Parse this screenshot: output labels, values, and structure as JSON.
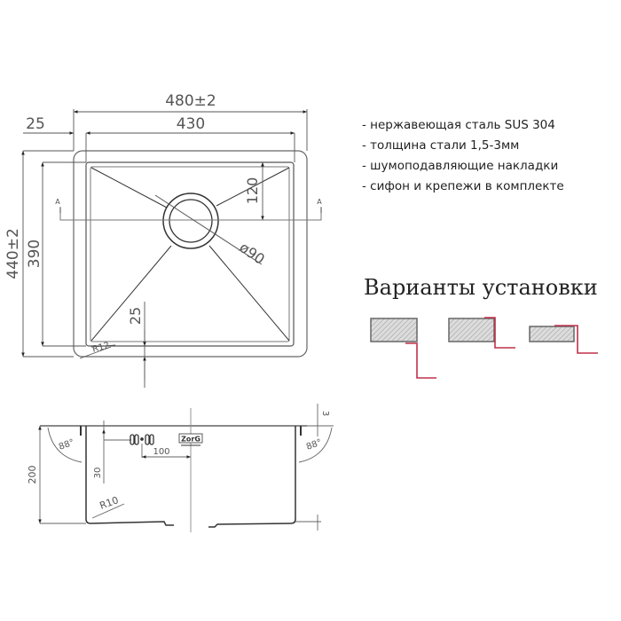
{
  "top_view": {
    "overall_width": "480±2",
    "bowl_width": "430",
    "rim_offset": "25",
    "overall_depth": "440±2",
    "bowl_depth": "390",
    "drain_offset": "120",
    "drain_diameter": "ø90",
    "bottom_offset": "25",
    "corner_radius": "R12",
    "section_marker": "A"
  },
  "side_view": {
    "height": "200",
    "angle_left": "88°",
    "angle_right": "88°",
    "overflow_offset": "30",
    "overflow_spacing": "100",
    "rim_thickness": "3",
    "bottom_radius": "R10",
    "brand_logo": "ZorG"
  },
  "specs": {
    "items": [
      "- нержавеющая сталь SUS 304",
      "- толщина стали 1,5-3мм",
      "- шумоподавляющие накладки",
      "- сифон и крепежи в комплекте"
    ]
  },
  "installation": {
    "title": "Варианты установки",
    "variants": [
      "under-mount",
      "flush-mount",
      "over-mount"
    ],
    "accent_color": "#c0304a",
    "countertop_fill": "#d8d8d8"
  }
}
